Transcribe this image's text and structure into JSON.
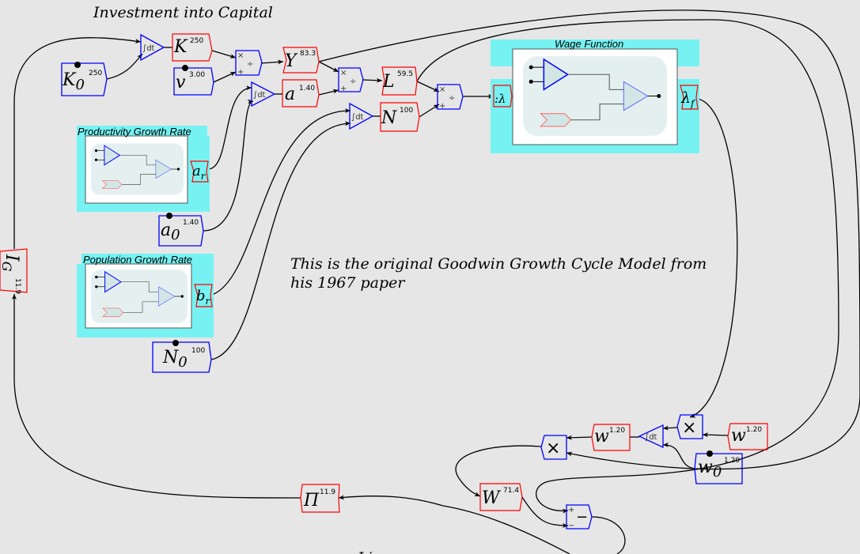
{
  "canvas": {
    "title": "Investment into Capital",
    "note_line1": "This is the original Goodwin Growth Cycle Model from",
    "note_line2": "his 1967 paper",
    "partial_label": "Li"
  },
  "integrals": {
    "label": "∫dt"
  },
  "operators": {
    "multiply": "×",
    "divide": "÷",
    "plus": "+",
    "minus": "−"
  },
  "groups": {
    "wage": {
      "title": "Wage Function",
      "in_port": ":λ",
      "out_port": "λ",
      "out_sub": "f"
    },
    "productivity": {
      "title": "Productivity Growth Rate",
      "out_port": "a",
      "out_sub": "r"
    },
    "population": {
      "title": "Population Growth Rate",
      "out_port": "b",
      "out_sub": "r"
    }
  },
  "variables": {
    "K0": {
      "name": "K",
      "sub": "0",
      "value": "250"
    },
    "K": {
      "name": "K",
      "value": "250"
    },
    "v": {
      "name": "v",
      "value": "3.00"
    },
    "Y": {
      "name": "Y",
      "value": "83.3"
    },
    "L": {
      "name": "L",
      "value": "59.5"
    },
    "a": {
      "name": "a",
      "value": "1.40"
    },
    "N": {
      "name": "N",
      "value": "100"
    },
    "a0": {
      "name": "a",
      "sub": "0",
      "value": "1.40"
    },
    "N0": {
      "name": "N",
      "sub": "0",
      "value": "100"
    },
    "IG": {
      "name": "I",
      "sub": "G",
      "value": "11.9"
    },
    "Pi": {
      "name": "Π",
      "value": "11.9"
    },
    "W": {
      "name": "W",
      "value": "71.4"
    },
    "w_mid": {
      "name": "w",
      "value": "1.20"
    },
    "w_right": {
      "name": "w",
      "value": "1.20"
    },
    "w0": {
      "name": "w",
      "sub": "0",
      "value": "1.20"
    }
  },
  "colors": {
    "flow_variable": "#ff0000",
    "parameter": "#0000ff",
    "group": "#76f2f2",
    "wire": "#000000"
  }
}
